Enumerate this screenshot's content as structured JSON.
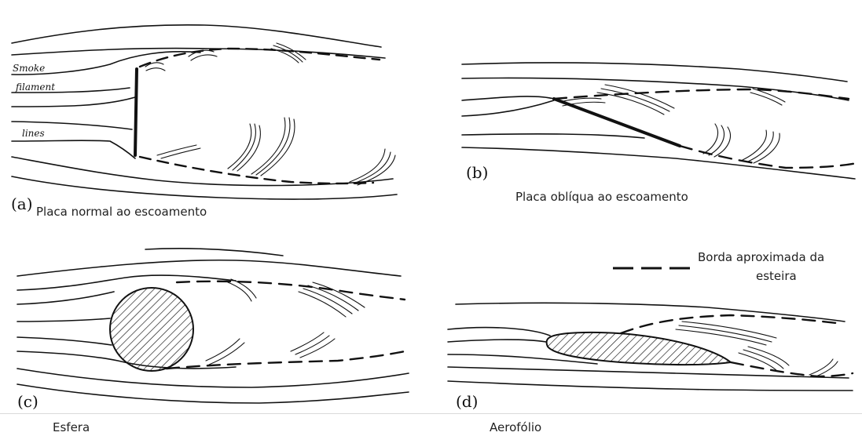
{
  "panels": {
    "a": {
      "letter": "(a)",
      "caption": "Placa normal ao escoamento",
      "smoke_label": [
        "Smoke",
        "filament",
        "lines"
      ]
    },
    "b": {
      "letter": "(b)",
      "caption": "Placa oblíqua ao escoamento"
    },
    "c": {
      "letter": "(c)",
      "caption": "Esfera"
    },
    "d": {
      "letter": "(d)",
      "caption": "Aerofólio"
    }
  },
  "legend": {
    "line1": "Borda aproximada da",
    "line2": "esteira"
  },
  "colors": {
    "ink": "#111111",
    "text": "#222222",
    "divider": "#d9d9d9",
    "background": "#ffffff"
  }
}
